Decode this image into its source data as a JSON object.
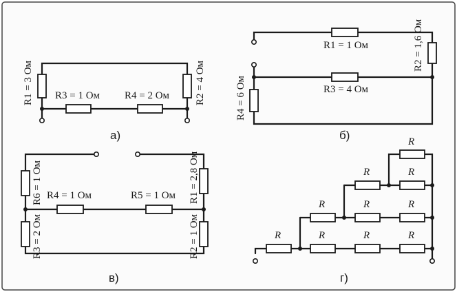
{
  "panels": {
    "a": {
      "caption": "а)",
      "r1": "R1 = 3 Ом",
      "r2": "R2 = 4 Ом",
      "r3": "R3 = 1 Ом",
      "r4": "R4 = 2 Ом"
    },
    "b": {
      "caption": "б)",
      "r1": "R1 = 1 Ом",
      "r2": "R2 = 1,6 Ом",
      "r3": "R3 = 4 Ом",
      "r4": "R4 = 6 Ом"
    },
    "v": {
      "caption": "в)",
      "r1": "R1 = 2,8 Ом",
      "r2": "R2 = 1 Ом",
      "r3": "R3 = 2 Ом",
      "r4": "R4 = 1 Ом",
      "r5": "R5 = 1 Ом",
      "r6": "R6 = 1 Ом"
    },
    "g": {
      "caption": "г)",
      "r_label": "R"
    }
  }
}
